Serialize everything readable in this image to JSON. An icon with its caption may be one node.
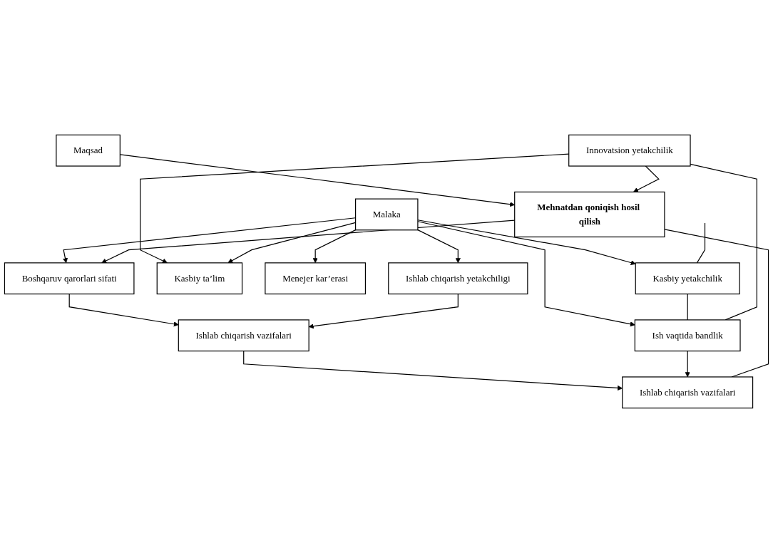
{
  "diagram": {
    "nodes": [
      {
        "text": [
          "Maqsad"
        ]
      },
      {
        "text": [
          "Mehnatdan qoniqish hosil qilish"
        ]
      },
      {
        "text": [
          "Innovatsion yetakchilik"
        ]
      },
      {
        "text": [
          "Kasbiy yetakchilik"
        ]
      },
      {
        "text": [
          "Kasbiy ta’lim"
        ]
      },
      {
        "text": [
          "Menejer kar’erasi"
        ]
      },
      {
        "text": [
          "Malaka"
        ]
      },
      {
        "text": [
          "Ish vaqtida bandlik"
        ]
      },
      {
        "text": [
          "Boshqaruv qarorlari sifati"
        ]
      },
      {
        "text": [
          "Ishlab chiqarish yetakchiligi"
        ]
      },
      {
        "text": [
          "Ishlab chiqarish vazifalari"
        ]
      },
      {
        "text": [
          "Ishlab chiqarish vazifalari"
        ]
      }
    ],
    "edges": [
      {
        "from": 0,
        "to": 1,
        "arrow": "to"
      },
      {
        "from": 2,
        "to": 1,
        "arrow": "to"
      },
      {
        "from": 2,
        "to": 4,
        "arrow": "to"
      },
      {
        "from": 6,
        "to": 4,
        "arrow": "to"
      },
      {
        "from": 6,
        "to": 3,
        "arrow": "to"
      },
      {
        "from": 6,
        "to": 5,
        "arrow": "to"
      },
      {
        "from": 6,
        "to": 7,
        "arrow": "to"
      },
      {
        "from": 6,
        "to": 8,
        "arrow": "to"
      },
      {
        "from": 6,
        "to": 9,
        "arrow": "to"
      },
      {
        "from": 1,
        "to": 8,
        "arrow": "to"
      },
      {
        "from": 8,
        "to": 10,
        "arrow": "to"
      },
      {
        "from": 9,
        "to": 10,
        "arrow": "to"
      },
      {
        "from": 10,
        "to": 11,
        "arrow": "to"
      },
      {
        "from": 7,
        "to": 11,
        "arrow": "to"
      },
      {
        "from": 3,
        "to": 7,
        "arrow": "none"
      },
      {
        "from": 2,
        "to": 7,
        "arrow": "none"
      },
      {
        "from": null,
        "to": 3,
        "arrow": "none"
      },
      {
        "from": 1,
        "to": 11,
        "arrow": "none"
      }
    ]
  }
}
